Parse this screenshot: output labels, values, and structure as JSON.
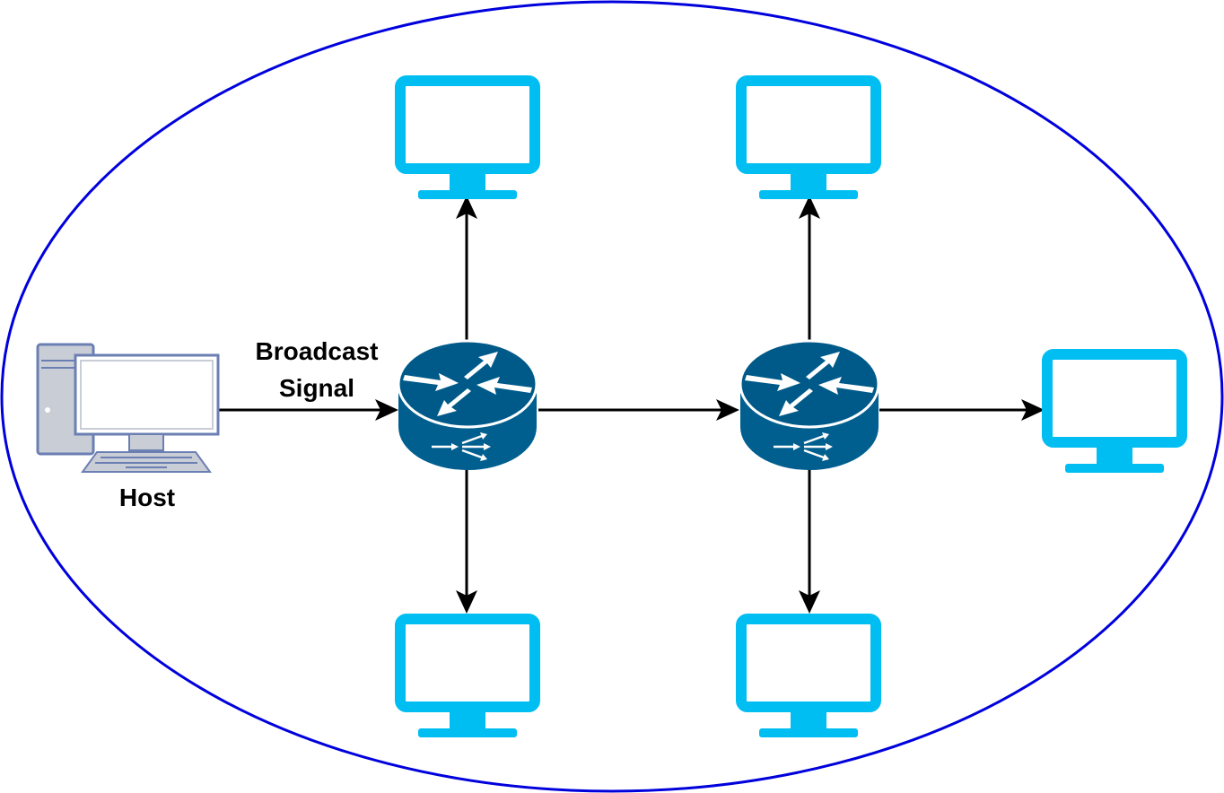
{
  "labels": {
    "signal_line1": "Broadcast",
    "signal_line2": "Signal",
    "host": "Host"
  },
  "colors": {
    "ellipse": "#0000dd",
    "monitor": "#00bef2",
    "router": "#005f8f",
    "router_top": "#005a89",
    "arrow": "#000000",
    "host_body": "#c9cdd6",
    "host_outline": "#6b7fb3"
  },
  "icons": {
    "host": "desktop-computer-icon",
    "router": "router-icon",
    "client": "monitor-icon"
  }
}
